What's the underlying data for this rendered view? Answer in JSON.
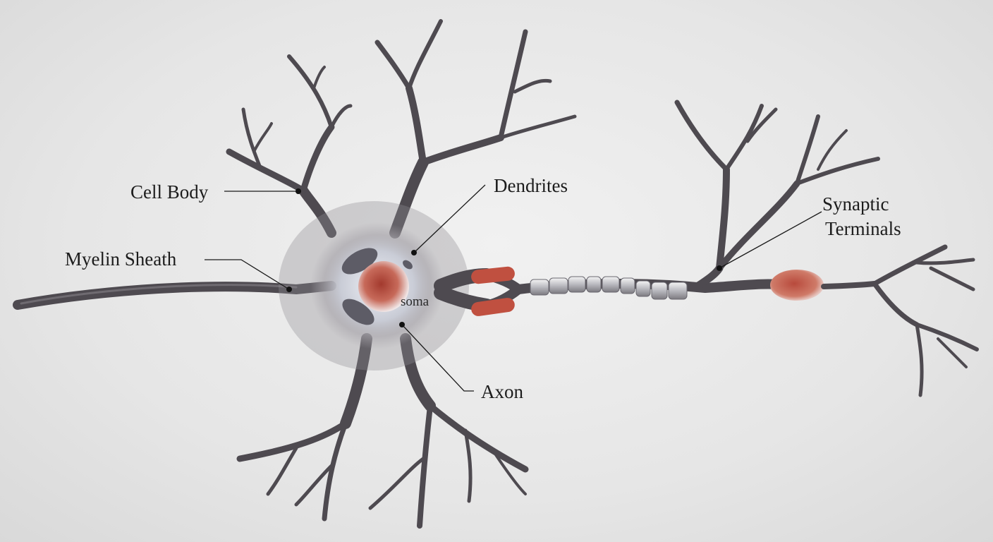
{
  "diagram": {
    "labels": {
      "cell_body": "Cell Body",
      "dendrites": "Dendrites",
      "myelin_sheath": "Myelin Sheath",
      "axon": "Axon",
      "synaptic_line1": "Synaptic",
      "synaptic_line2": "Terminals",
      "soma": "soma"
    },
    "colors": {
      "background": "#e8e8e8",
      "neuron": "#4e4a50",
      "soma_halo": "#c9ccd6",
      "nucleus": "#b84a3c",
      "myelin": "#c05040",
      "leader_line": "#1a1a1a"
    }
  }
}
